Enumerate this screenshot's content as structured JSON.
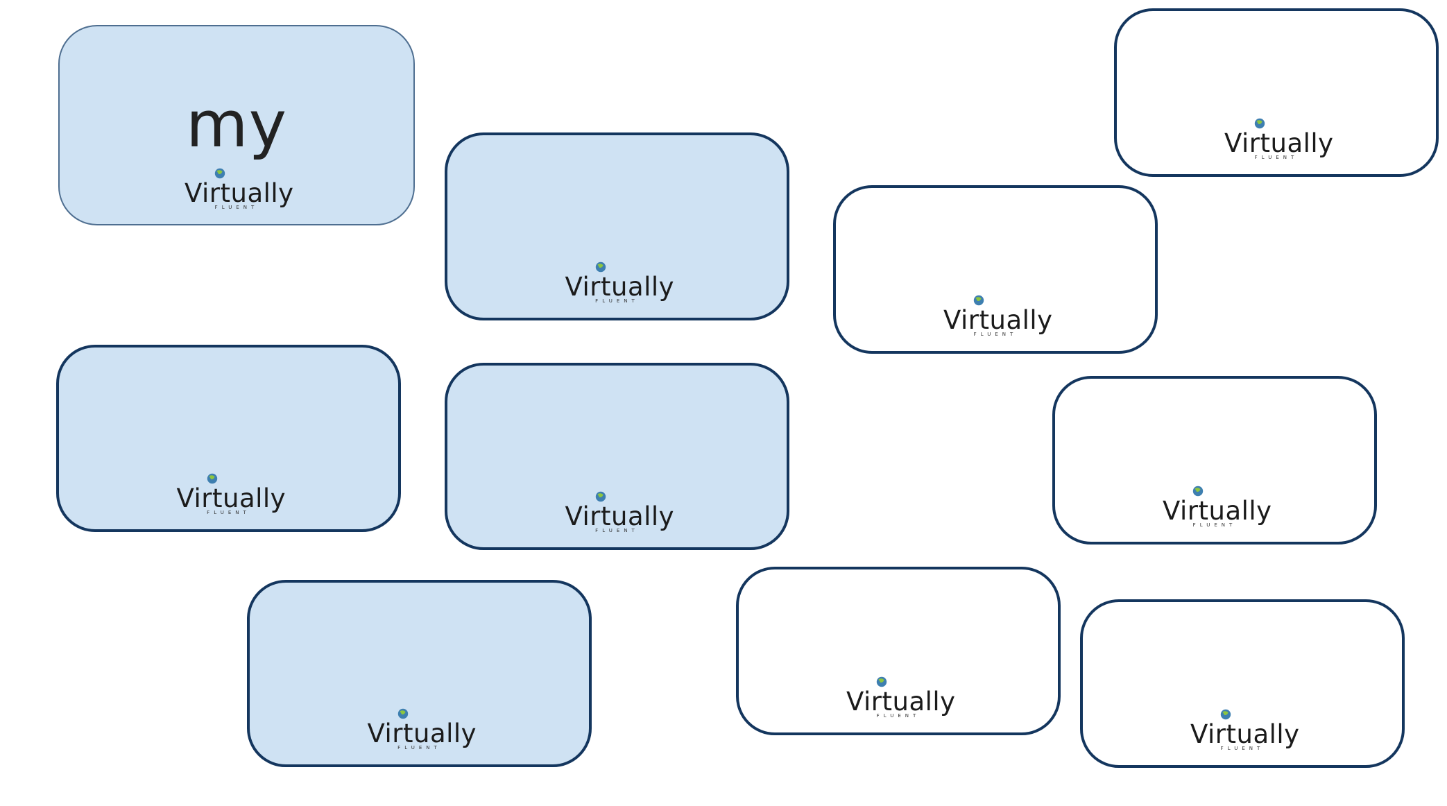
{
  "colors": {
    "card_border": "#14365e",
    "card_flipped_fill": "#cfe2f3",
    "card_unflipped_fill": "#ffffff",
    "logo_text": "#1b1b1b",
    "logo_globe_green": "#8dc63f",
    "logo_globe_blue": "#3e7fb0"
  },
  "logo": {
    "brand": "Virtually",
    "tagline": "FLUENT",
    "icon": "globe-icon"
  },
  "cards": [
    {
      "word": "my",
      "state": "flipped"
    },
    {
      "word": "",
      "state": "flipped"
    },
    {
      "word": "",
      "state": "unflipped"
    },
    {
      "word": "",
      "state": "unflipped"
    },
    {
      "word": "",
      "state": "flipped"
    },
    {
      "word": "",
      "state": "flipped"
    },
    {
      "word": "",
      "state": "unflipped"
    },
    {
      "word": "",
      "state": "flipped"
    },
    {
      "word": "",
      "state": "unflipped"
    },
    {
      "word": "",
      "state": "unflipped"
    }
  ]
}
